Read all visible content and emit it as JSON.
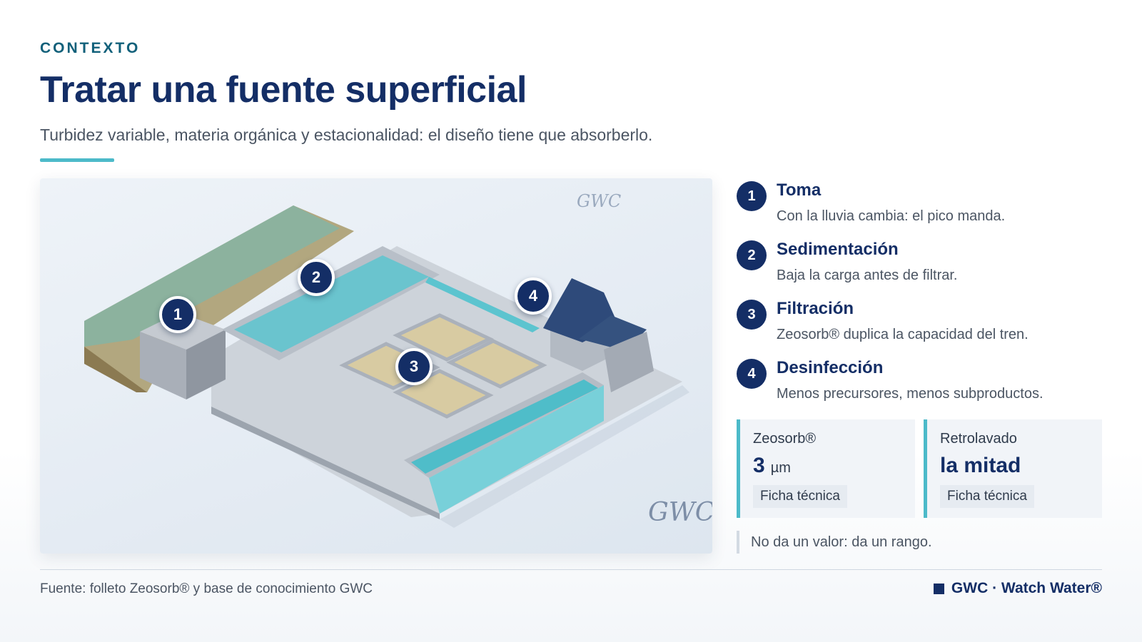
{
  "header": {
    "eyebrow": "CONTEXTO",
    "title": "Tratar una fuente superficial",
    "subtitle": "Turbidez variable, materia orgánica y estacionalidad: el diseño tiene que absorberlo."
  },
  "illustration": {
    "markers": [
      "1",
      "2",
      "3",
      "4"
    ],
    "watermark": "GWC"
  },
  "steps": [
    {
      "num": "1",
      "title": "Toma",
      "desc": "Con la lluvia cambia: el pico manda."
    },
    {
      "num": "2",
      "title": "Sedimentación",
      "desc": "Baja la carga antes de filtrar."
    },
    {
      "num": "3",
      "title": "Filtración",
      "desc": "Zeosorb® duplica la capacidad del tren."
    },
    {
      "num": "4",
      "title": "Desinfección",
      "desc": "Menos precursores, menos subproductos."
    }
  ],
  "cards": [
    {
      "label": "Zeosorb®",
      "value": "3",
      "unit": "µm",
      "chip": "Ficha técnica"
    },
    {
      "label": "Retrolavado",
      "value": "la mitad",
      "unit": "",
      "chip": "Ficha técnica"
    }
  ],
  "note": "No da un valor: da un rango.",
  "footer": {
    "source": "Fuente: folleto Zeosorb® y base de conocimiento GWC",
    "brand": "GWC · Watch Water®"
  },
  "colors": {
    "navy": "#142e66",
    "accent": "#4cbac9",
    "eyebrow": "#11607a",
    "water": "#6fd0d8"
  },
  "icons": {
    "brand_mark": "square-icon"
  }
}
